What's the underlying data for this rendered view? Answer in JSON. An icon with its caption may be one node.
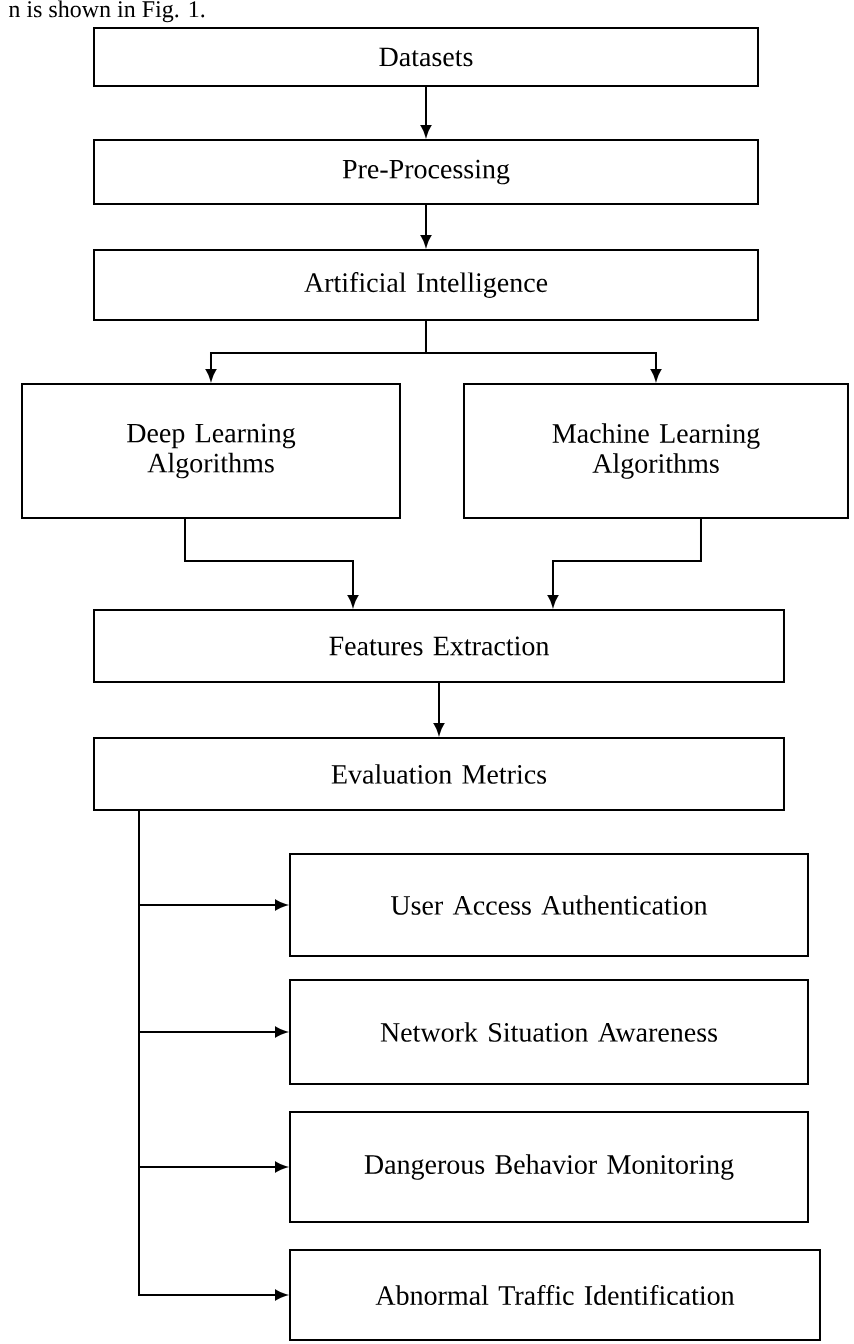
{
  "diagram": {
    "nodes": [
      {
        "text": [
          "Datasets"
        ]
      },
      {
        "text": [
          "Pre-Processing"
        ]
      },
      {
        "text": [
          "Artificial Intelligence"
        ]
      },
      {
        "text": [
          "Deep Learning Algorithms"
        ]
      },
      {
        "text": [
          "Machine Learning Algorithms"
        ]
      },
      {
        "text": [
          "Features Extraction"
        ]
      },
      {
        "text": [
          "Evaluation Metrics"
        ]
      },
      {
        "text": [
          "User Access Authentication"
        ]
      },
      {
        "text": [
          "Network Situation Awareness"
        ]
      },
      {
        "text": [
          "Dangerous Behavior Monitoring"
        ]
      },
      {
        "text": [
          "Abnormal Traffic Identification"
        ]
      }
    ],
    "edges": [
      {
        "from": 0,
        "to": 1,
        "arrow": "to"
      },
      {
        "from": 1,
        "to": 2,
        "arrow": "to"
      },
      {
        "from": 2,
        "to": 3,
        "arrow": "to"
      },
      {
        "from": 2,
        "to": 4,
        "arrow": "to"
      },
      {
        "from": 3,
        "to": 5,
        "arrow": "to"
      },
      {
        "from": 4,
        "to": 5,
        "arrow": "to"
      },
      {
        "from": 5,
        "to": 6,
        "arrow": "to"
      },
      {
        "from": 6,
        "to": 7,
        "arrow": "to"
      },
      {
        "from": 6,
        "to": 8,
        "arrow": "to"
      },
      {
        "from": 6,
        "to": 9,
        "arrow": "to"
      },
      {
        "from": 6,
        "to": 10,
        "arrow": "to"
      }
    ],
    "labels": [
      "n is shown in Fig. 1."
    ]
  }
}
